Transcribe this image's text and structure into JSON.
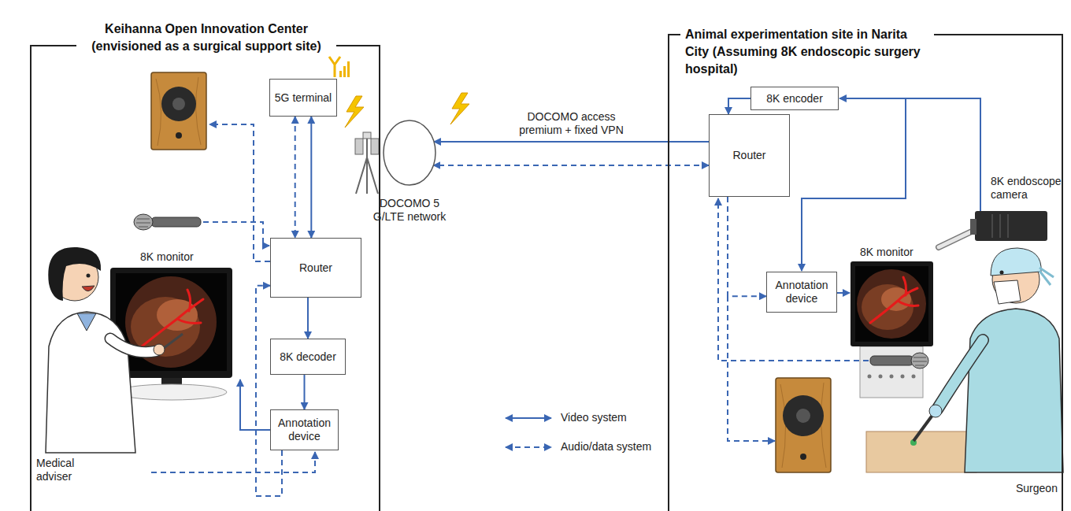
{
  "diagram": {
    "nodes": [
      {
        "text": [
          "Keihanna Open Innovation Center (envisioned as a surgical support site)"
        ]
      },
      {
        "text": [
          "5G terminal"
        ],
        "in": 0
      },
      {
        "text": [
          "Router"
        ],
        "in": 0
      },
      {
        "text": [
          "8K decoder"
        ],
        "in": 0
      },
      {
        "text": [
          "Annotation device"
        ],
        "in": 0
      },
      {
        "text": [
          "DOCOMO 5 G/LTE network"
        ]
      },
      {
        "text": [
          "Animal experimentation site in Narita City (Assuming 8K endoscopic surgery hospital)"
        ]
      },
      {
        "text": [
          "8K encoder"
        ],
        "in": 6
      },
      {
        "text": [
          "Router"
        ],
        "in": 6
      },
      {
        "text": [
          "Annotation device"
        ],
        "in": 6
      }
    ],
    "edges": [
      {
        "from": 1,
        "to": 2,
        "arrow": "both"
      },
      {
        "from": 1,
        "to": 2,
        "arrow": "both"
      },
      {
        "from": 2,
        "to": 3,
        "arrow": "to"
      },
      {
        "from": 3,
        "to": 4,
        "arrow": "to"
      },
      {
        "from": 4,
        "to": 2,
        "arrow": "to"
      },
      {
        "from": 8,
        "to": 5,
        "label": "DOCOMO access premium + fixed VPN",
        "arrow": "to"
      },
      {
        "from": 8,
        "to": 5,
        "arrow": "both"
      },
      {
        "from": 7,
        "to": 8,
        "arrow": "to"
      },
      {
        "from": 8,
        "to": 9,
        "arrow": "to"
      }
    ],
    "labels": [
      "8K monitor",
      "Medical adviser",
      "8K endoscope camera",
      "8K monitor",
      "Surgeon"
    ],
    "legend": [
      {
        "text": "Video system"
      },
      {
        "text": "Audio/data system"
      }
    ]
  }
}
